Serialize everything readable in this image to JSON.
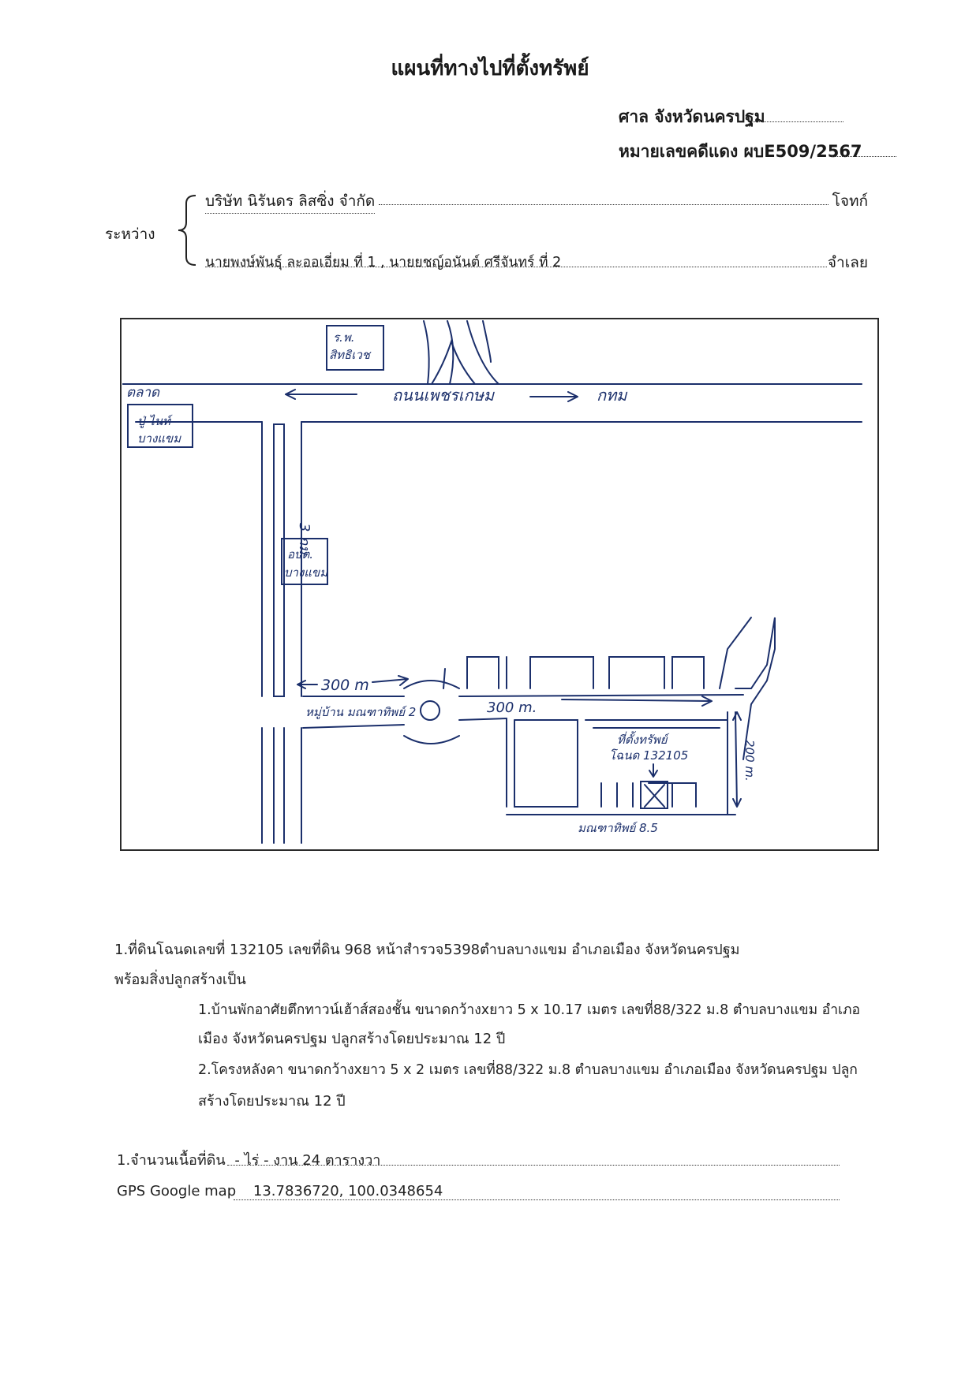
{
  "header": {
    "title": "แผนที่ทางไปที่ตั้งทรัพย์",
    "court": "ศาล จังหวัดนครปฐม",
    "case_number": "หมายเลขคดีแดง ผบE509/2567"
  },
  "parties": {
    "between_label": "ระหว่าง",
    "plaintiff": "บริษัท นิรันดร ลิสซิ่ง จำกัด",
    "plaintiff_role": "โจทก์",
    "defendant": "นายพงษ์พันธุ์ ละออเอี่ยม ที่ 1 , นายยชญ์อนันต์ ศรีจันทร์ ที่ 2",
    "defendant_role": "จำเลย"
  },
  "map": {
    "labels": {
      "hospital": "ร.พ.",
      "hospital2": "สิทธิเวช",
      "main_road": "ถนนเพชรเกษม",
      "to_bangkok": "กทม",
      "market": "ตลาด",
      "market2": "ปู่ ไนท์",
      "market3": "บางแขม",
      "side_road": "3 กม.",
      "school": "อบต.",
      "school2": "บางแขม",
      "dist1": "300 m",
      "village": "หมู่บ้าน มณฑาทิพย์ 2",
      "dist2": "300 m.",
      "property": "ที่ตั้งทรัพย์",
      "title_deed": "โฉนด 132105",
      "dist3": "200 m.",
      "alley": "มณฑาทิพย์ 8.5"
    }
  },
  "details": {
    "item1": "1.ที่ดินโฉนดเลขที่ 132105 เลขที่ดิน 968 หน้าสำรวจ5398ตำบลบางแขม อำเภอเมือง จังหวัดนครปฐม",
    "item1_cont": "พร้อมสิ่งปลูกสร้างเป็น",
    "sub1_line1": "1.บ้านพักอาศัยตึกทาวน์เฮ้าส์สองชั้น ขนาดกว้างxยาว  5 x 10.17 เมตร เลขที่88/322 ม.8 ตำบลบางแขม อำเภอ",
    "sub1_line2": "เมือง  จังหวัดนครปฐม ปลูกสร้างโดยประมาณ 12 ปี",
    "sub2_line1": "2.โครงหลังคา ขนาดกว้างxยาว  5 x 2 เมตร เลขที่88/322 ม.8 ตำบลบางแขม อำเภอเมือง  จังหวัดนครปฐม ปลูก",
    "sub2_line2": "สร้างโดยประมาณ 12 ปี",
    "area_label": "1.จำนวนเนื้อที่ดิน",
    "area_value": "- ไร่ - งาน 24 ตารางวา",
    "gps_label": "GPS Google map",
    "gps_value": "13.7836720, 100.0348654"
  }
}
